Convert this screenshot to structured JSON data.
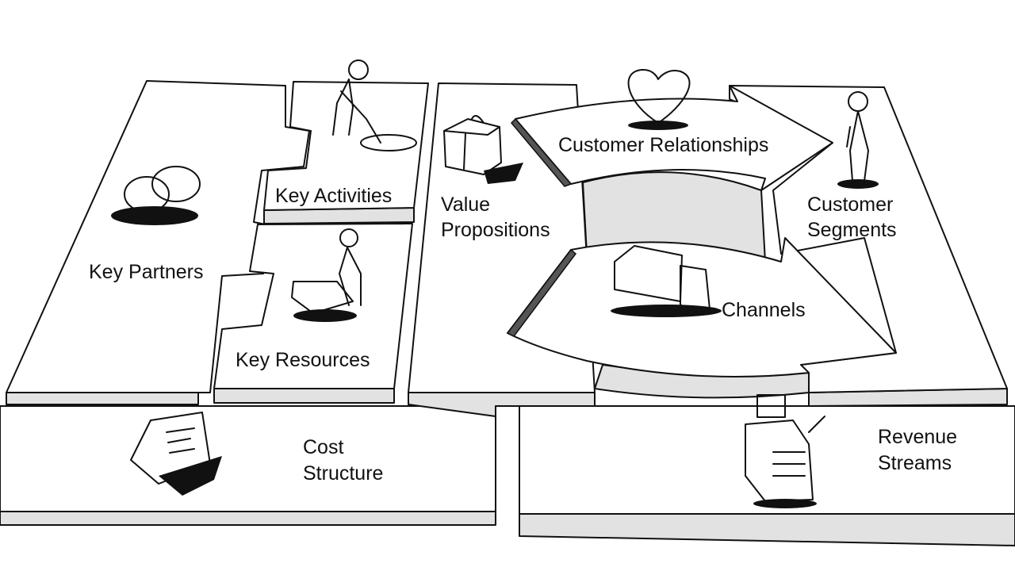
{
  "blocks": {
    "key_partners": "Key Partners",
    "key_activities": "Key Activities",
    "key_resources": "Key Resources",
    "value_propositions": [
      "Value",
      "Propositions"
    ],
    "customer_relationships": "Customer Relationships",
    "channels": "Channels",
    "customer_segments": [
      "Customer",
      "Segments"
    ],
    "cost_structure": [
      "Cost",
      "Structure"
    ],
    "revenue_streams": [
      "Revenue",
      "Streams"
    ]
  },
  "icons": [
    "rings-icon",
    "digging-person-icon",
    "person-with-machine-icon",
    "gift-icon",
    "heart-icon",
    "truck-icon",
    "standing-person-icon",
    "invoice-icon",
    "cash-register-icon"
  ],
  "colors": {
    "ink": "#111111",
    "side": "#e2e2e2",
    "background": "#ffffff"
  }
}
